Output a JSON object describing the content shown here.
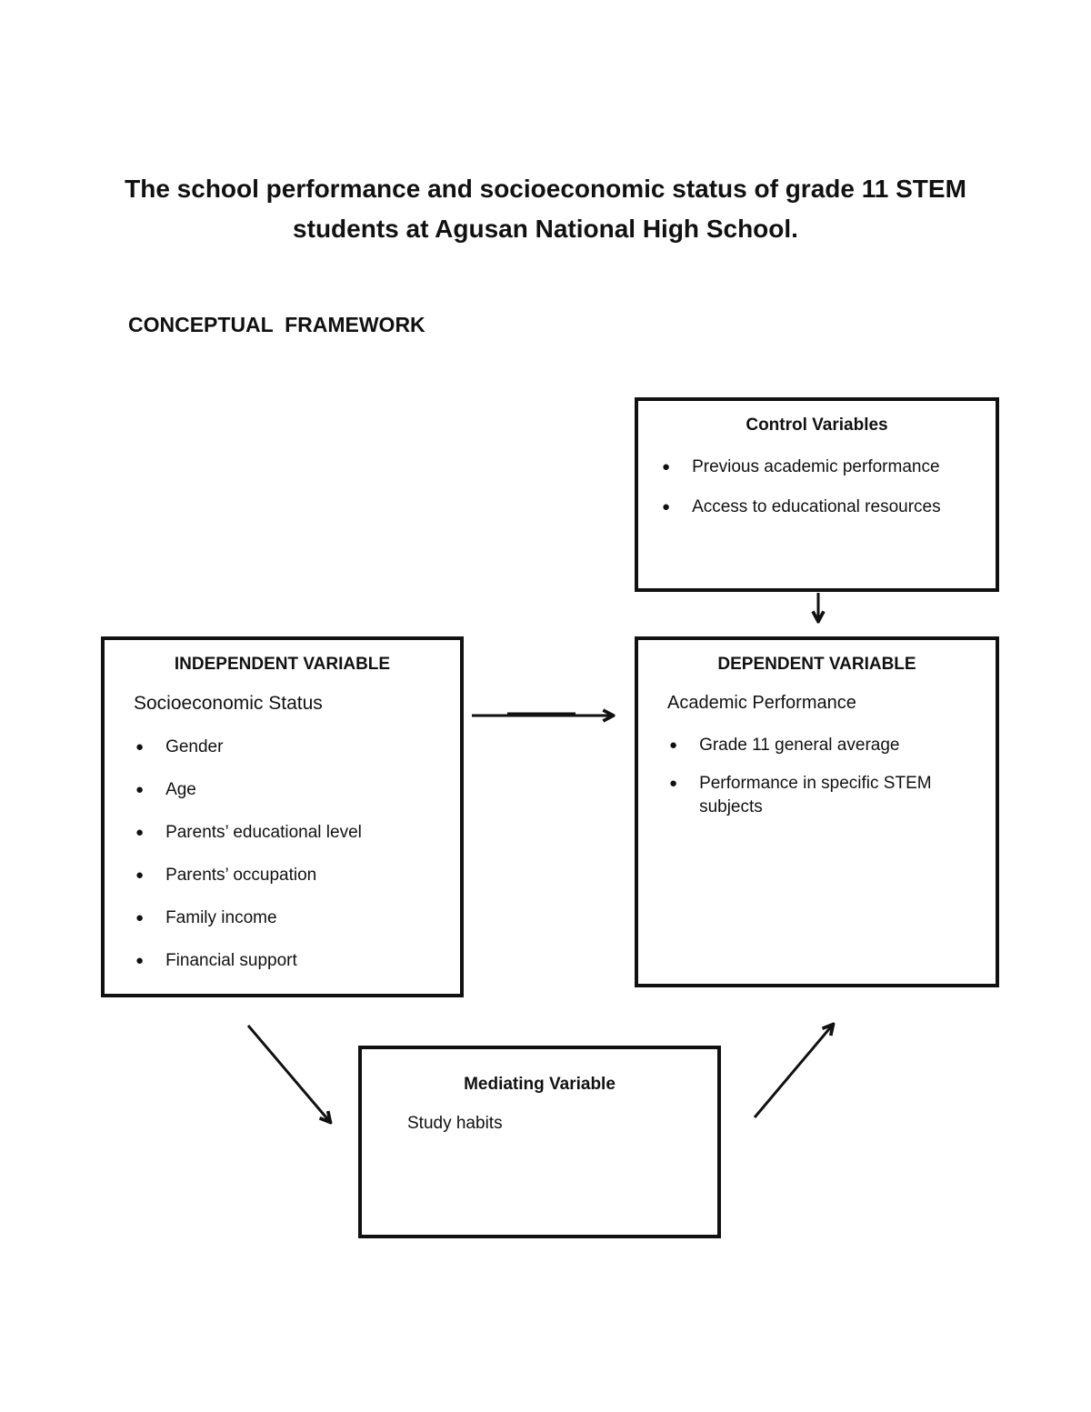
{
  "document": {
    "title_line1": "The school performance and socioeconomic status of grade 11 STEM",
    "title_line2": "students at Agusan National High School.",
    "section_heading": "CONCEPTUAL  FRAMEWORK"
  },
  "icons": {
    "bullet": "●"
  },
  "colors": {
    "ink": "#111111",
    "background": "#ffffff"
  },
  "diagram": {
    "control_box": {
      "title": "Control Variables",
      "items": [
        "Previous academic performance",
        "Access to educational resources"
      ]
    },
    "independent_box": {
      "title": "INDEPENDENT VARIABLE",
      "subtitle": "Socioeconomic Status",
      "items": [
        "Gender",
        "Age",
        "Parents’ educational level",
        "Parents’ occupation",
        "Family income",
        "Financial support"
      ]
    },
    "dependent_box": {
      "title": "DEPENDENT VARIABLE",
      "subtitle": "Academic Performance",
      "items": [
        "Grade 11 general average",
        "Performance in specific STEM subjects"
      ]
    },
    "mediating_box": {
      "title": "Mediating Variable",
      "subtitle": "Study habits"
    },
    "arrows": [
      {
        "name": "control-to-dependent",
        "from": "control_box",
        "to": "dependent_box"
      },
      {
        "name": "independent-to-dependent",
        "from": "independent_box",
        "to": "dependent_box"
      },
      {
        "name": "independent-to-mediating",
        "from": "independent_box",
        "to": "mediating_box"
      },
      {
        "name": "mediating-to-dependent",
        "from": "mediating_box",
        "to": "dependent_box"
      }
    ]
  }
}
